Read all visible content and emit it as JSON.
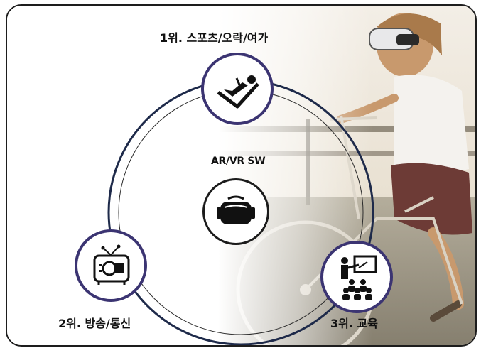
{
  "center": {
    "title": "AR/VR SW",
    "icon": "vr-headset-icon"
  },
  "categories": [
    {
      "rank_label": "1위. 스포츠/오락/여가",
      "icon": "reclining-person-icon"
    },
    {
      "rank_label": "2위. 방송/통신",
      "icon": "retro-tv-icon"
    },
    {
      "rank_label": "3위. 교육",
      "icon": "classroom-teacher-icon"
    }
  ],
  "colors": {
    "ring": "#1e2a4a",
    "icon_circle_border": "#3b3472",
    "text": "#111111"
  }
}
